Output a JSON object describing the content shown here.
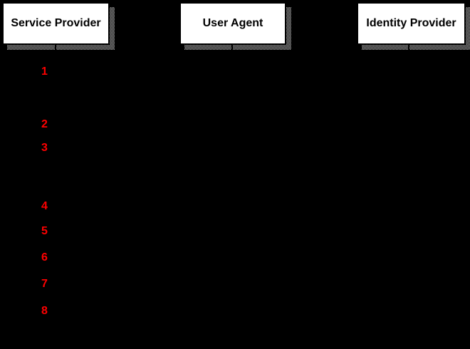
{
  "diagram": {
    "actors": [
      {
        "label": "Service Provider"
      },
      {
        "label": "User Agent"
      },
      {
        "label": "Identity Provider"
      }
    ],
    "steps": [
      {
        "number": "1"
      },
      {
        "number": "2"
      },
      {
        "number": "3"
      },
      {
        "number": "4"
      },
      {
        "number": "5"
      },
      {
        "number": "6"
      },
      {
        "number": "7"
      },
      {
        "number": "8"
      }
    ]
  },
  "colors": {
    "background": "#000000",
    "box-fill": "#ffffff",
    "box-border": "#000000",
    "step-red": "#ff0000",
    "shadow-gray": "#a6a6a6"
  }
}
